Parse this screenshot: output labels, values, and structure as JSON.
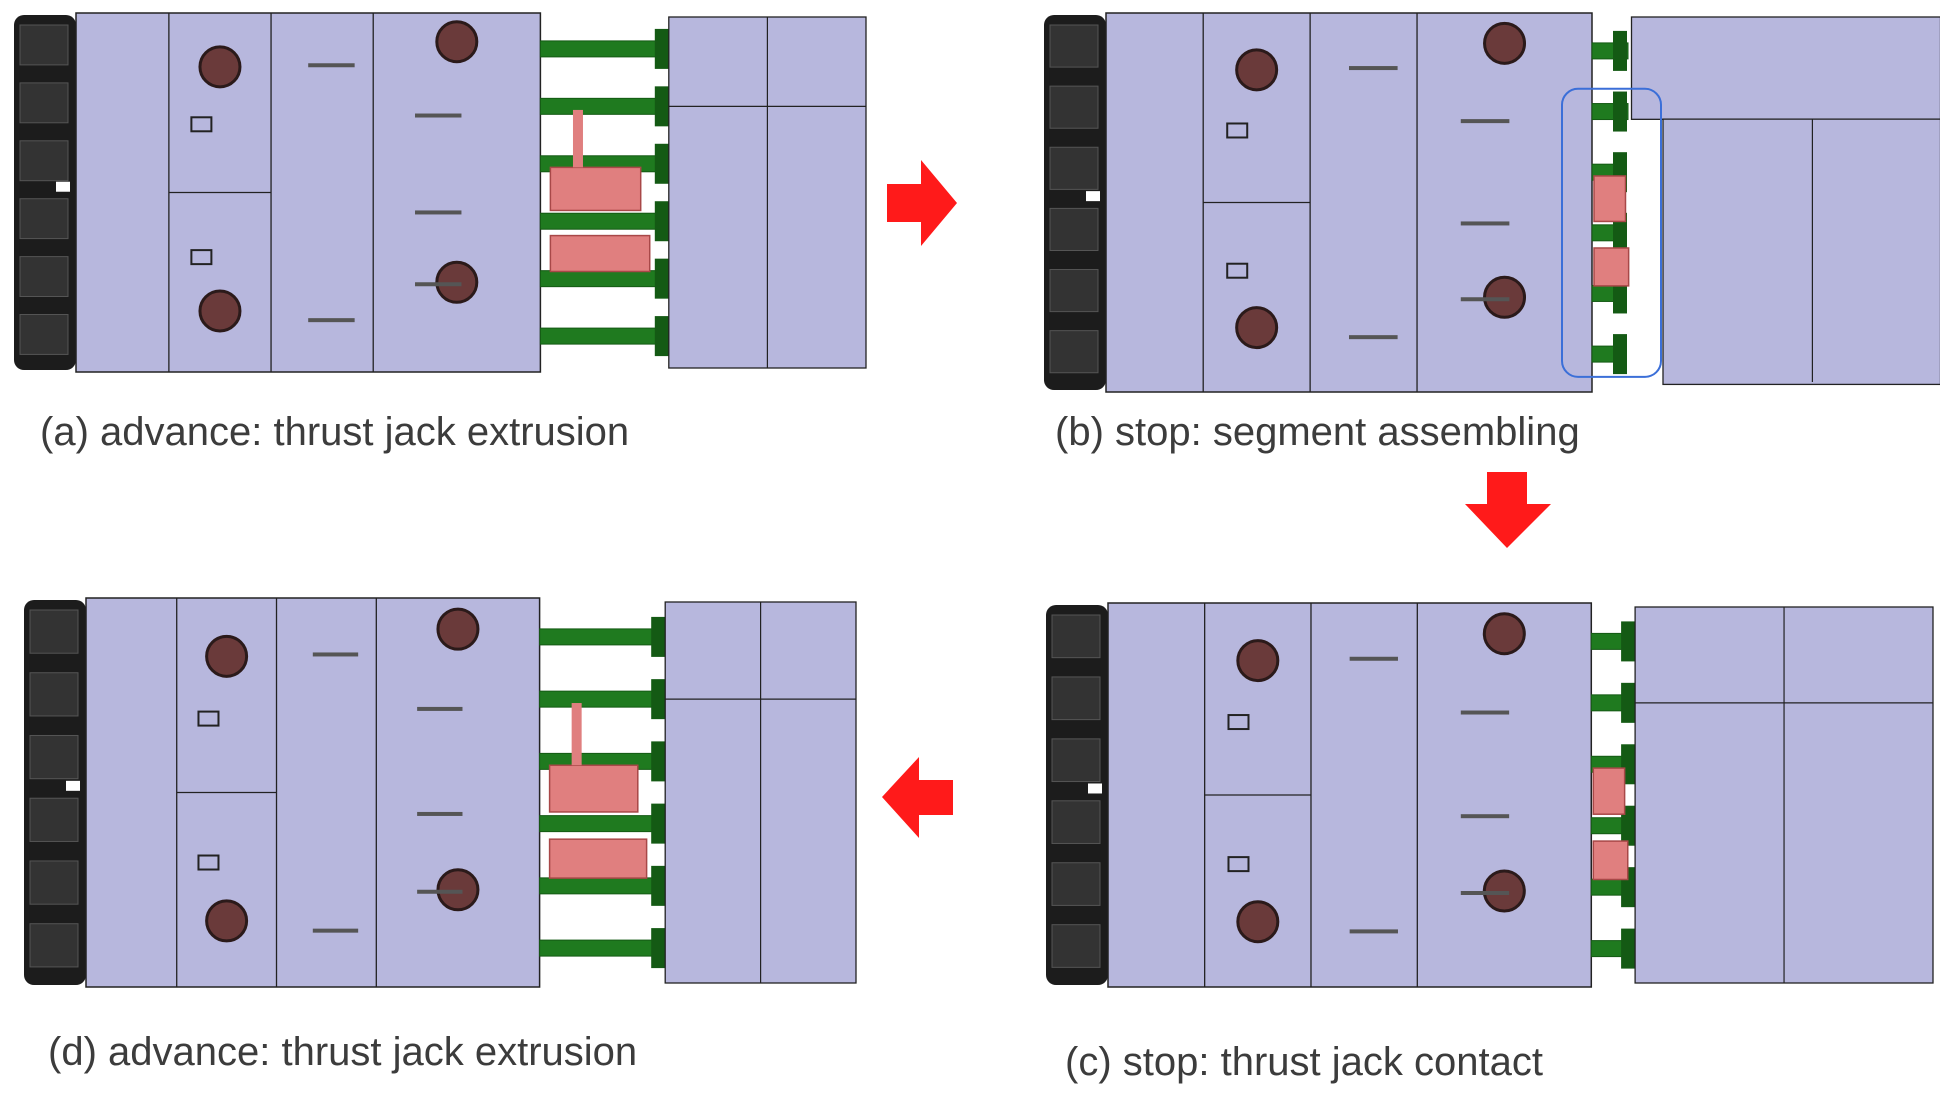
{
  "figure": {
    "panels": [
      {
        "id": "a",
        "caption": "(a) advance: thrust jack extrusion",
        "state": "extruded"
      },
      {
        "id": "b",
        "caption": "(b) stop: segment assembling",
        "state": "assembling"
      },
      {
        "id": "c",
        "caption": "(c) stop: thrust jack contact",
        "state": "contact"
      },
      {
        "id": "d",
        "caption": "(d) advance: thrust jack extrusion",
        "state": "extruded"
      }
    ],
    "colors": {
      "shield": "#b7b7dd",
      "shield_dark": "#9d9dc8",
      "cutter": "#1c1c1c",
      "jack": "#1f7a1f",
      "jack_dark": "#145a14",
      "erector": "#e07f7f",
      "erector_dark": "#a84848",
      "arrow": "#ff1a1a",
      "highlight": "#3b6fd8",
      "line": "#222222"
    },
    "arrows": [
      {
        "from": "a",
        "to": "b",
        "direction": "right"
      },
      {
        "from": "b",
        "to": "c",
        "direction": "down"
      },
      {
        "from": "c",
        "to": "d",
        "direction": "left"
      }
    ]
  }
}
